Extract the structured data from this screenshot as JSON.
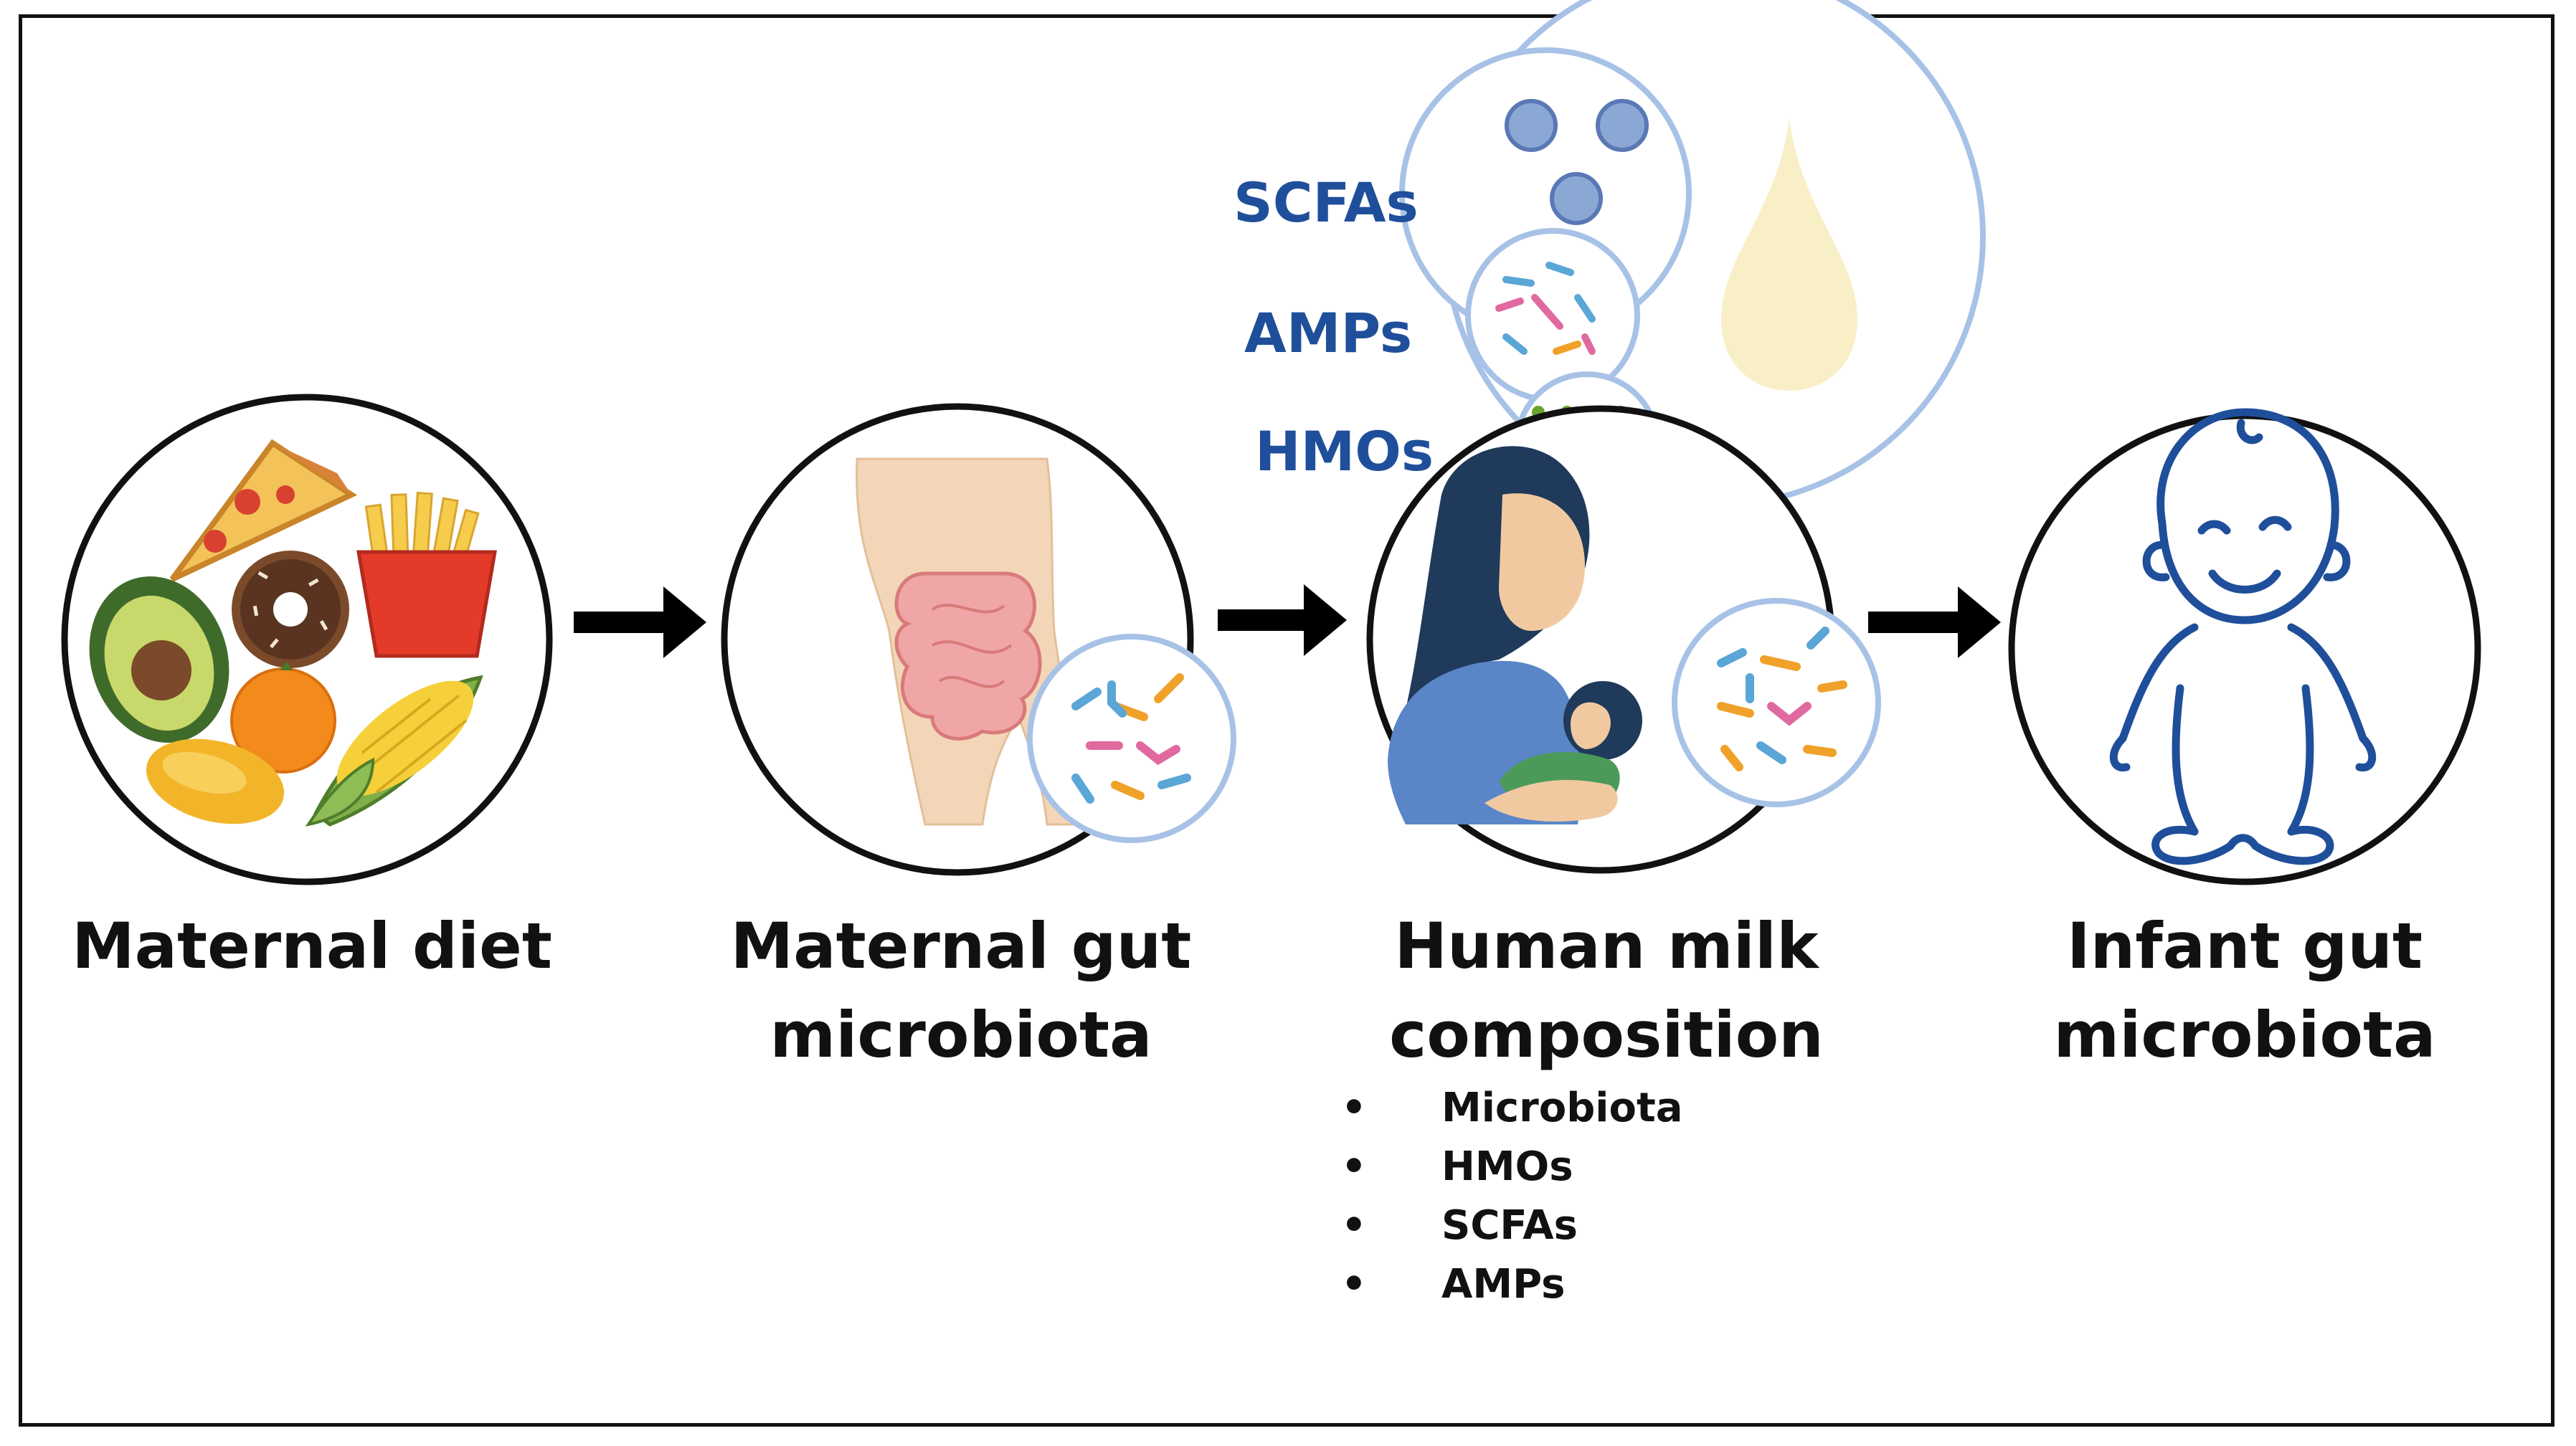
{
  "stages": [
    {
      "id": "maternal-diet",
      "label": "Maternal diet"
    },
    {
      "id": "maternal-gut",
      "label": "Maternal gut\nmicrobiota"
    },
    {
      "id": "human-milk",
      "label": "Human milk\ncomposition"
    },
    {
      "id": "infant-gut",
      "label": "Infant gut\nmicrobiota"
    }
  ],
  "milk_components": {
    "scfas": "SCFAs",
    "amps": "AMPs",
    "hmos": "HMOs"
  },
  "composition_list": [
    "Microbiota",
    "HMOs",
    "SCFAs",
    "AMPs"
  ],
  "icons": [
    "food-plate-icon",
    "gut-torso-icon",
    "bacteria-icon",
    "breastfeeding-icon",
    "baby-icon",
    "milk-drop-icon",
    "hmo-molecule-icon",
    "arrow-right-icon"
  ],
  "colors": {
    "label_blue": "#1f4f9b",
    "circle_blue": "#8fb0e0",
    "baby_blue": "#1f4f9b",
    "arrow": "#000000"
  }
}
